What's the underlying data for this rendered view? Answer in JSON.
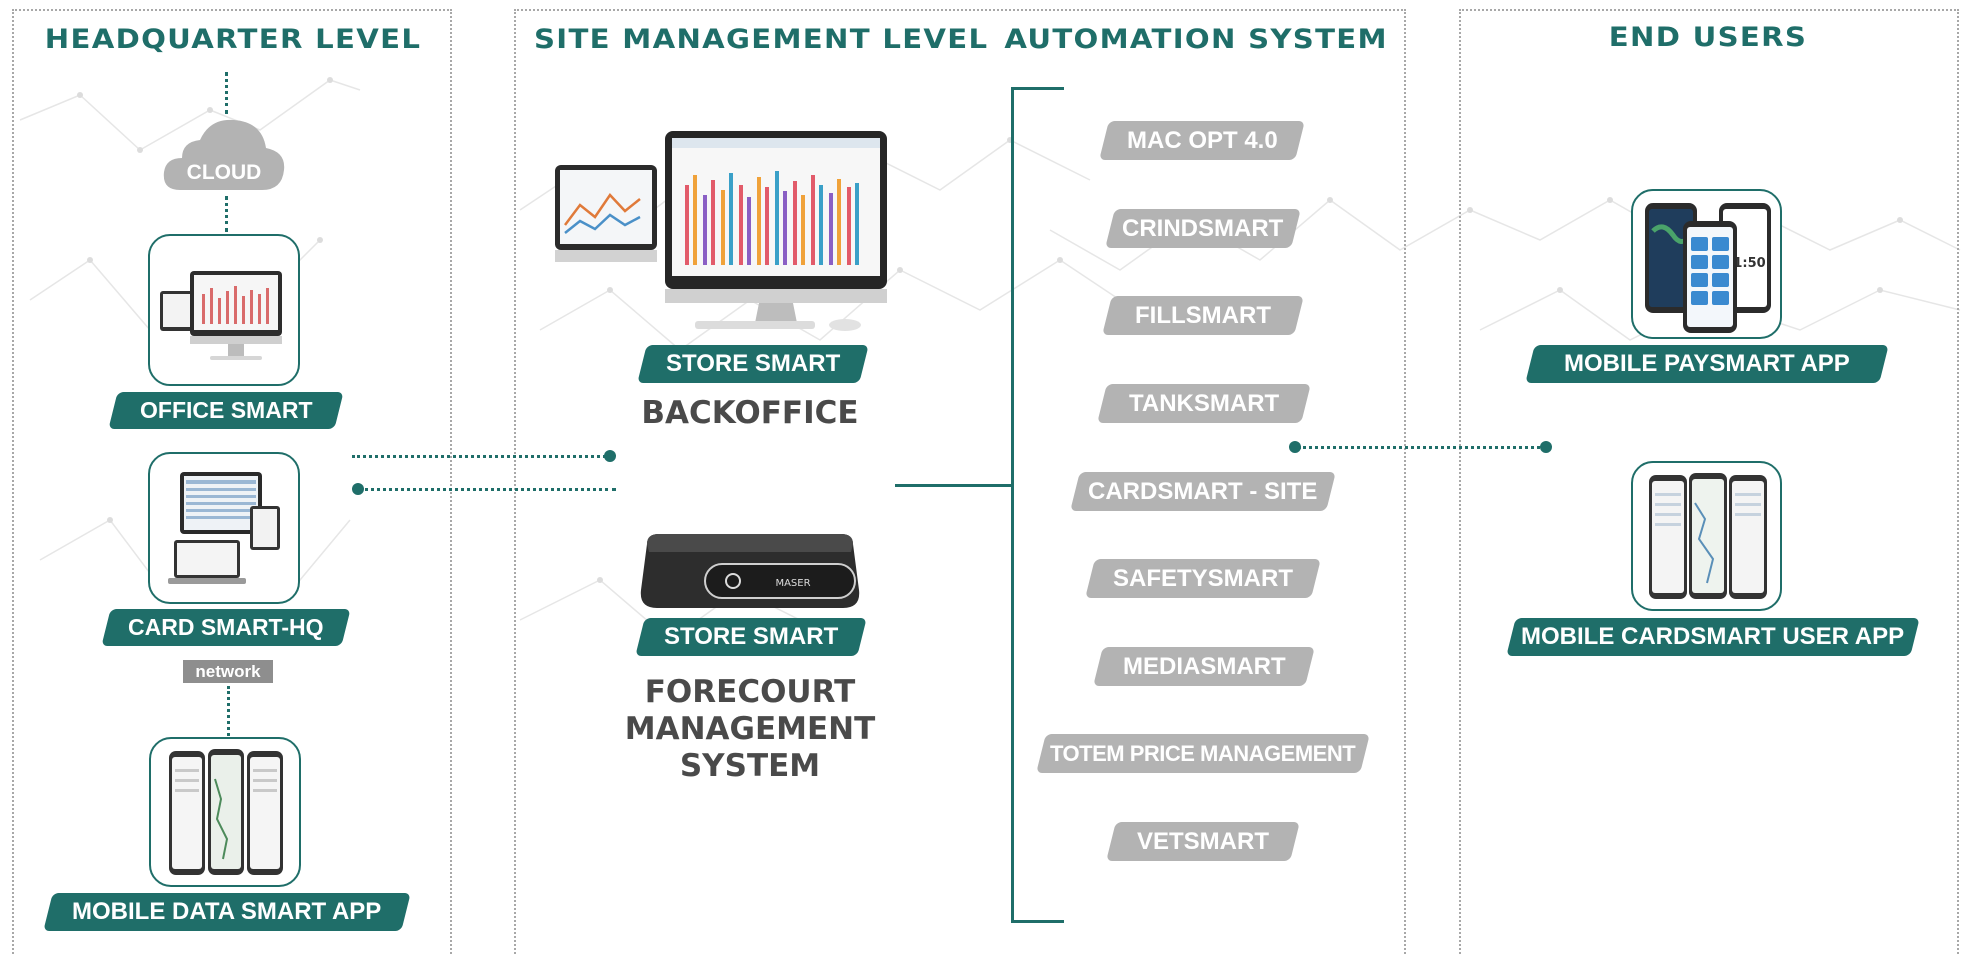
{
  "columns": {
    "headquarter_title": "HEADQUARTER LEVEL",
    "site_title": "SITE MANAGEMENT LEVEL",
    "automation_title": "AUTOMATION SYSTEM",
    "end_users_title": "END USERS"
  },
  "headquarter": {
    "cloud_label": "CLOUD",
    "office_smart": "OFFICE SMART",
    "card_smart_hq": "CARD SMART-HQ",
    "network_label": "network",
    "mobile_data_smart": "MOBILE DATA SMART APP"
  },
  "site": {
    "store_smart_1": "STORE SMART",
    "backoffice": "BACKOFFICE",
    "store_smart_2": "STORE SMART",
    "fcs_line1": "FORECOURT",
    "fcs_line2": "MANAGEMENT",
    "fcs_line3": "SYSTEM",
    "device_brand": "MASER"
  },
  "automation": {
    "items": [
      "MAC OPT 4.0",
      "CRINDSMART",
      "FILLSMART",
      "TANKSMART",
      "CARDSMART - SITE",
      "SAFETYSMART",
      "MEDIASMART",
      "TOTEM PRICE MANAGEMENT",
      "VETSMART"
    ]
  },
  "end_users": {
    "mobile_paysmart": "MOBILE PAYSMART APP",
    "mobile_cardsmart": "MOBILE CARDSMART USER APP",
    "phone_clock": "11:50"
  },
  "colors": {
    "teal": "#1f6e69",
    "gray_tag": "#b3b3b3",
    "dark_text": "#4a4a4a"
  }
}
